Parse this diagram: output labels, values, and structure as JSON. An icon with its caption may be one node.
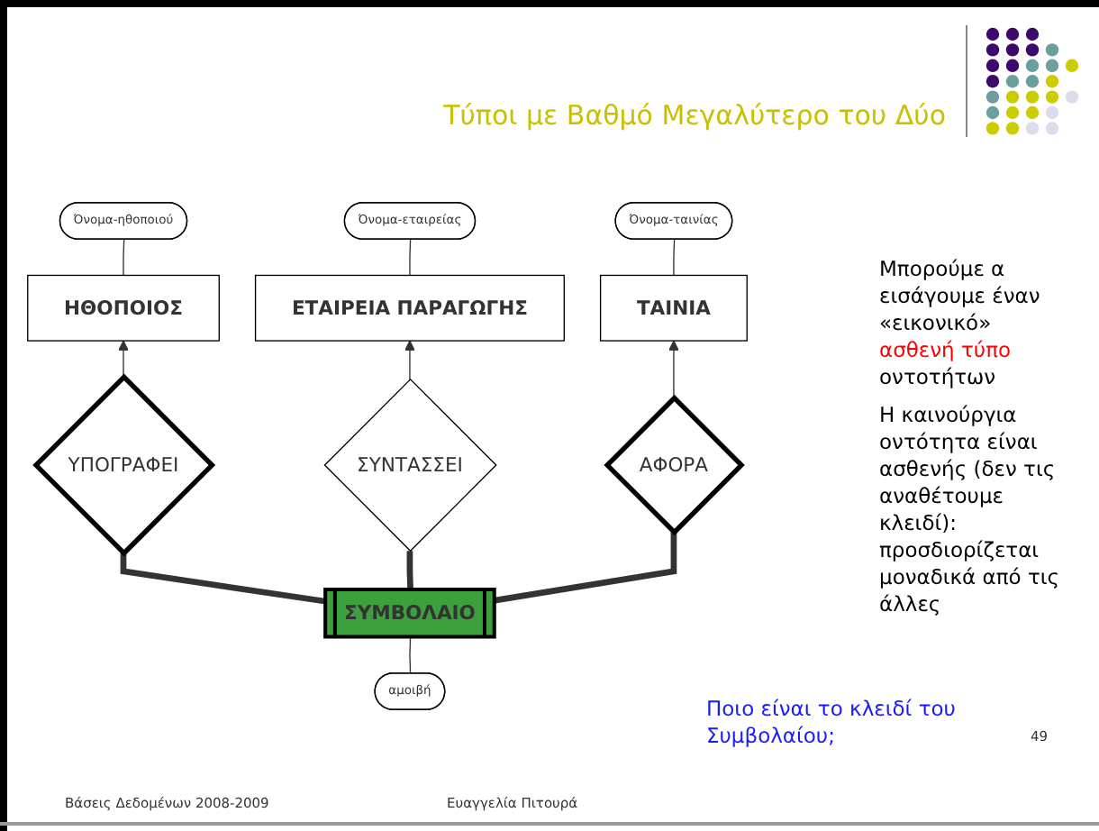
{
  "diagram": {
    "title": "Τύποι με Βαθμό Μεγαλύτερο του Δύο",
    "nodes": [
      {
        "text": [
          "Όνομα-ηθοποιού"
        ]
      },
      {
        "text": [
          "Όνομα-εταιρείας"
        ]
      },
      {
        "text": [
          "Όνομα-ταινίας"
        ]
      },
      {
        "text": [
          "ΗΘΟΠΟΙΟΣ"
        ]
      },
      {
        "text": [
          "ΕΤΑΙΡΕΙΑ ΠΑΡΑΓΩΓΗΣ"
        ]
      },
      {
        "text": [
          "ΤΑΙΝΙΑ"
        ]
      },
      {
        "text": [
          "ΥΠΟΓΡΑΦΕΙ"
        ]
      },
      {
        "text": [
          "ΣΥΝΤΑΣΣΕΙ"
        ]
      },
      {
        "text": [
          "ΑΦΟΡΑ"
        ]
      },
      {
        "text": [
          "ΣΥΜΒΟΛΑΙΟ"
        ]
      },
      {
        "text": [
          "αμοιβή"
        ]
      }
    ],
    "edges": [
      {
        "from": 0,
        "to": 3,
        "arrow": "none"
      },
      {
        "from": 1,
        "to": 4,
        "arrow": "none"
      },
      {
        "from": 2,
        "to": 5,
        "arrow": "none"
      },
      {
        "from": 6,
        "to": 3,
        "arrow": "to"
      },
      {
        "from": 7,
        "to": 4,
        "arrow": "to"
      },
      {
        "from": 8,
        "to": 5,
        "arrow": "to"
      },
      {
        "from": 9,
        "to": 6,
        "arrow": "none",
        "style": "thick"
      },
      {
        "from": 9,
        "to": 7,
        "arrow": "none",
        "style": "thick"
      },
      {
        "from": 9,
        "to": 8,
        "arrow": "none",
        "style": "thick"
      },
      {
        "from": 10,
        "to": 9,
        "arrow": "none"
      }
    ],
    "labels": [
      "Μπορούμε α εισάγουμε έναν «εικονικό»",
      "ασθενή τύπο",
      "οντοτήτων",
      "Η καινούργια οντότητα είναι ασθενής (δεν τις αναθέτουμε κλειδί): προσδιορίζεται μοναδικά από τις άλλες",
      "Ποιο είναι το κλειδί του Συμβολαίου;",
      "Βάσεις Δεδομένων 2008-2009",
      "Ευαγγελία Πιτουρά",
      "49"
    ]
  }
}
